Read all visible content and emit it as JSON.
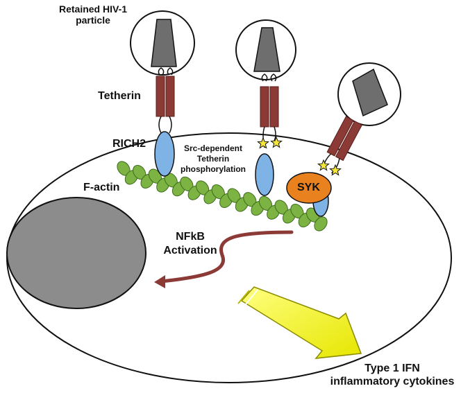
{
  "labels": {
    "retained_line1": "Retained HIV-1",
    "retained_line2": "particle",
    "tetherin": "Tetherin",
    "rich2": "RICH2",
    "src_line1": "Src-dependent",
    "src_line2": "Tetherin",
    "src_line3": "phosphorylation",
    "factin": "F-actin",
    "syk": "SYK",
    "nfkb_line1": "NFkB",
    "nfkb_line2": "Activation",
    "ifn_line1": "Type 1 IFN",
    "ifn_line2": "inflammatory cytokines"
  },
  "colors": {
    "tetherin": "#8B3A35",
    "rich2": "#7FB2E5",
    "factin": "#7CB342",
    "syk": "#E8811E",
    "nucleus": "#8C8C8C",
    "capsid": "#6E6E6E",
    "nfkb_arrow": "#8B3A35",
    "ifn_arrow": "#F2F21A",
    "star": "#F5E63A"
  }
}
